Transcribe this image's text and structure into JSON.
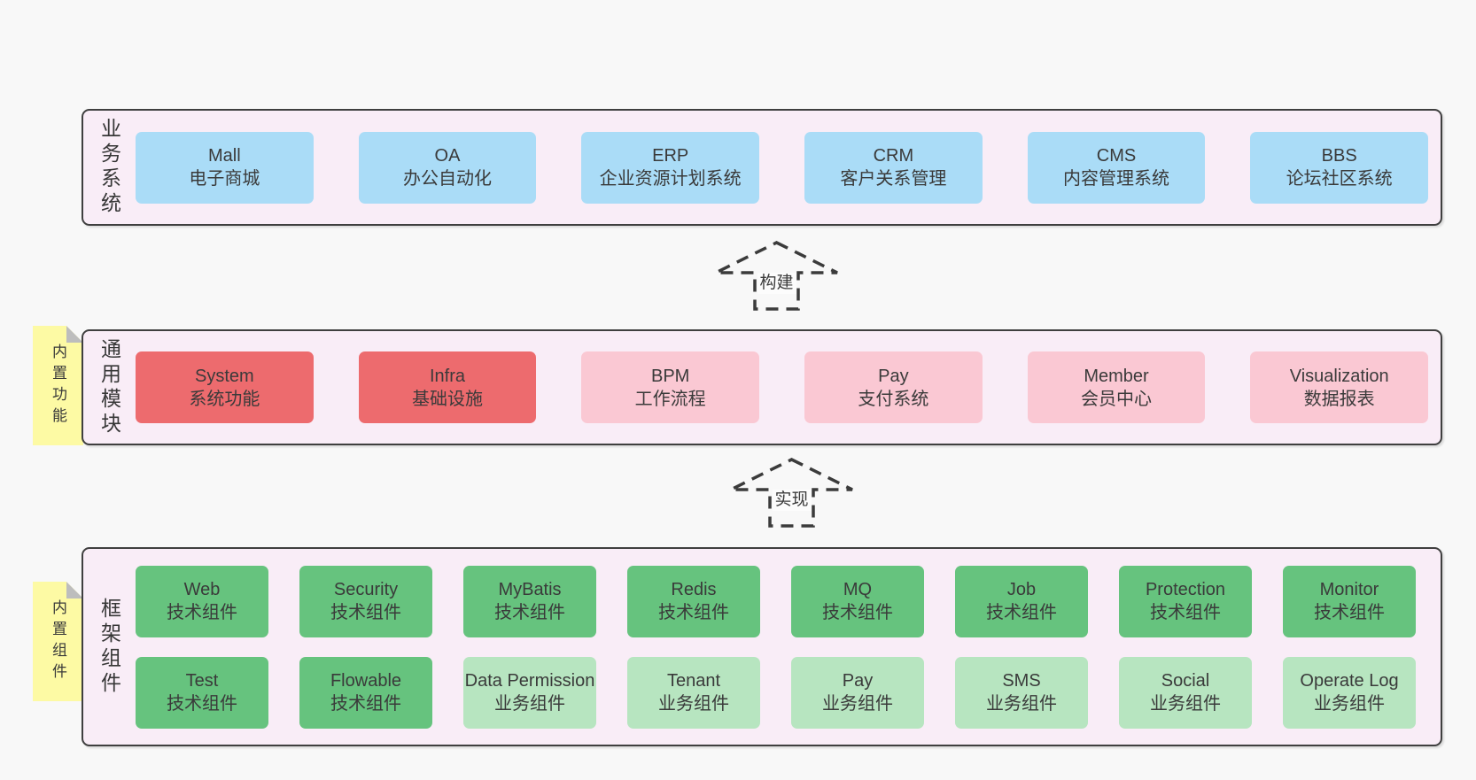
{
  "colors": {
    "page_bg": "#f8f8f8",
    "band_bg": "#f9edf7",
    "border": "#3f3f3f",
    "blue": "#aadcf7",
    "red": "#ed6b6e",
    "pink": "#fac8d3",
    "green": "#66c37e",
    "light_green": "#b7e5c0",
    "sticky_yellow": "#fdfaa4",
    "fold_gray": "#bdbdbd"
  },
  "business": {
    "label": "业务系统",
    "boxes": [
      {
        "title": "Mall",
        "subtitle": "电子商城"
      },
      {
        "title": "OA",
        "subtitle": "办公自动化"
      },
      {
        "title": "ERP",
        "subtitle": "企业资源计划系统"
      },
      {
        "title": "CRM",
        "subtitle": "客户关系管理"
      },
      {
        "title": "CMS",
        "subtitle": "内容管理系统"
      },
      {
        "title": "BBS",
        "subtitle": "论坛社区系统"
      }
    ]
  },
  "build_arrow": {
    "label": "构建"
  },
  "modules": {
    "label": "通用模块",
    "sticky": "内置功能",
    "boxes": [
      {
        "title": "System",
        "subtitle": "系统功能"
      },
      {
        "title": "Infra",
        "subtitle": "基础设施"
      },
      {
        "title": "BPM",
        "subtitle": "工作流程"
      },
      {
        "title": "Pay",
        "subtitle": "支付系统"
      },
      {
        "title": "Member",
        "subtitle": "会员中心"
      },
      {
        "title": "Visualization",
        "subtitle": "数据报表"
      }
    ]
  },
  "implement_arrow": {
    "label": "实现"
  },
  "components": {
    "label": "框架组件",
    "sticky": "内置组件",
    "row1": [
      {
        "title": "Web",
        "subtitle": "技术组件"
      },
      {
        "title": "Security",
        "subtitle": "技术组件"
      },
      {
        "title": "MyBatis",
        "subtitle": "技术组件"
      },
      {
        "title": "Redis",
        "subtitle": "技术组件"
      },
      {
        "title": "MQ",
        "subtitle": "技术组件"
      },
      {
        "title": "Job",
        "subtitle": "技术组件"
      },
      {
        "title": "Protection",
        "subtitle": "技术组件"
      },
      {
        "title": "Monitor",
        "subtitle": "技术组件"
      }
    ],
    "row2": [
      {
        "title": "Test",
        "subtitle": "技术组件"
      },
      {
        "title": "Flowable",
        "subtitle": "技术组件"
      },
      {
        "title": "Data Permission",
        "subtitle": "业务组件"
      },
      {
        "title": "Tenant",
        "subtitle": "业务组件"
      },
      {
        "title": "Pay",
        "subtitle": "业务组件"
      },
      {
        "title": "SMS",
        "subtitle": "业务组件"
      },
      {
        "title": "Social",
        "subtitle": "业务组件"
      },
      {
        "title": "Operate Log",
        "subtitle": "业务组件"
      }
    ]
  }
}
